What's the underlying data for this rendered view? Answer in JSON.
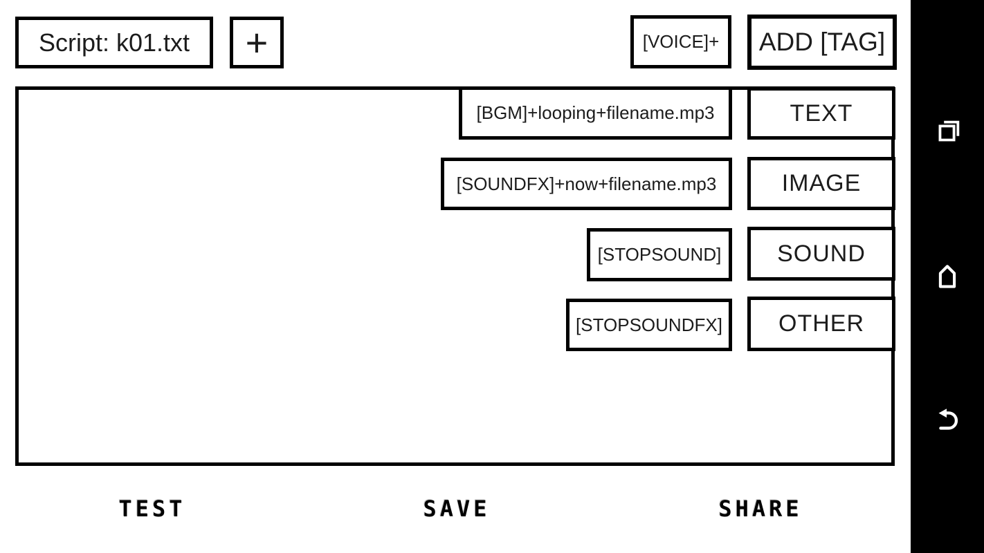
{
  "toolbar": {
    "script_button": "Script: k01.txt",
    "new_script_button": "+",
    "voice_tag_button": "[VOICE]+",
    "add_tag_button": "ADD [TAG]"
  },
  "tag_suggestions": [
    {
      "label": "[BGM]+looping+filename.mp3"
    },
    {
      "label": "[SOUNDFX]+now+filename.mp3"
    },
    {
      "label": "[STOPSOUND]"
    },
    {
      "label": "[STOPSOUNDFX]"
    }
  ],
  "categories": [
    {
      "label": "TEXT"
    },
    {
      "label": "IMAGE"
    },
    {
      "label": "SOUND"
    },
    {
      "label": "OTHER"
    }
  ],
  "footer_actions": [
    {
      "label": "TEST"
    },
    {
      "label": "SAVE"
    },
    {
      "label": "SHARE"
    }
  ],
  "navbar": {
    "icons": [
      "recent-apps-icon",
      "home-icon",
      "back-icon"
    ]
  },
  "colors": {
    "foreground": "#000000",
    "background": "#ffffff",
    "navbar_background": "#000000",
    "navbar_icon": "#ffffff"
  }
}
